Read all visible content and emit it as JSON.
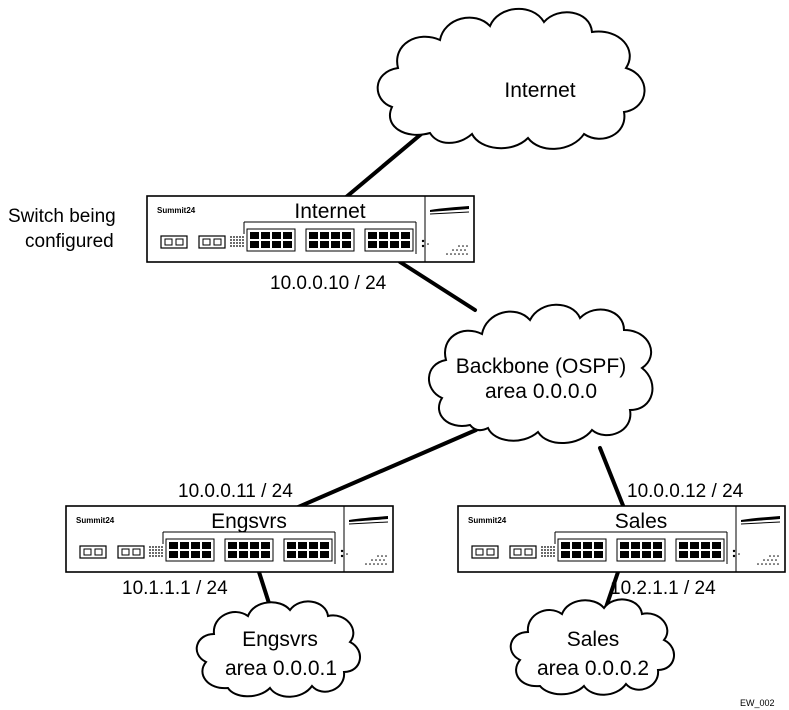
{
  "clouds": {
    "internet": {
      "label": "Internet"
    },
    "backbone": {
      "line1": "Backbone (OSPF)",
      "line2": "area 0.0.0.0"
    },
    "engsvrs": {
      "line1": "Engsvrs",
      "line2": "area 0.0.0.1"
    },
    "sales": {
      "line1": "Sales",
      "line2": "area 0.0.0.2"
    }
  },
  "switches": {
    "internet": {
      "brand": "Summit24",
      "name": "Internet",
      "ip": "10.0.0.10 / 24",
      "uplink_ip": ""
    },
    "engsvrs": {
      "brand": "Summit24",
      "name": "Engsvrs",
      "ip": "10.0.0.11 / 24",
      "lan_ip": "10.1.1.1 / 24"
    },
    "sales": {
      "brand": "Summit24",
      "name": "Sales",
      "ip": "10.0.0.12 / 24",
      "lan_ip": "10.2.1.1 / 24"
    }
  },
  "annotation": {
    "line1": "Switch being",
    "line2": "configured"
  },
  "figure_id": "EW_002"
}
